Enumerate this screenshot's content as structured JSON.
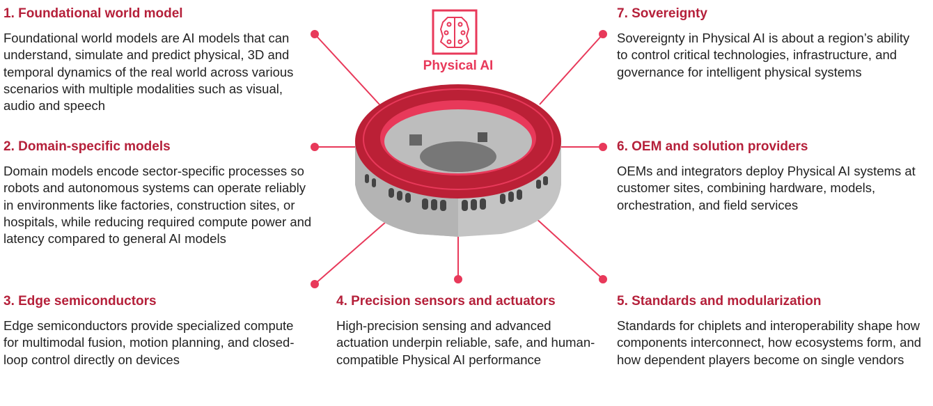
{
  "center": {
    "label": "Physical AI",
    "icon": "brain-circuit-icon"
  },
  "colors": {
    "accent": "#b5203a",
    "bright": "#e8395a",
    "ring": "#bb2036",
    "stone": "#c4c4c4"
  },
  "items": [
    {
      "title": "1. Foundational world model",
      "body": "Foundational world models are AI models that can understand, simulate and predict physical, 3D and temporal dynamics of the real world across various scenarios with multiple modalities such as visual, audio and speech"
    },
    {
      "title": "2. Domain-specific models",
      "body": "Domain models encode sector-specific processes so robots and autonomous systems can operate reliably in environments like factories, construction sites, or hospitals, while reducing required compute power and latency compared to general AI models"
    },
    {
      "title": "3. Edge semiconductors",
      "body": "Edge semiconductors provide specialized compute for multimodal fusion, motion planning, and closed-loop control directly on devices"
    },
    {
      "title": "4. Precision sensors and actuators",
      "body": "High-precision sensing and advanced actuation underpin reliable, safe, and human-compatible Physical AI performance"
    },
    {
      "title": "5. Standards and modularization",
      "body": "Standards for chiplets and interoperability shape how components interconnect, how ecosystems form, and how dependent players become on single vendors"
    },
    {
      "title": "6. OEM and solution providers",
      "body": "OEMs and integrators deploy Physical AI systems at customer sites, combining hardware, models, orchestration, and field services"
    },
    {
      "title": "7. Sovereignty",
      "body": "Sovereignty in Physical AI is about a region’s ability to control critical technologies, infrastructure, and governance for intelligent physical systems"
    }
  ]
}
